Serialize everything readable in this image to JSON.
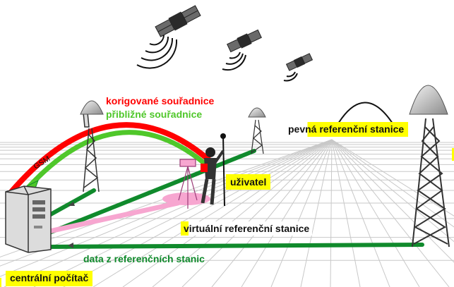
{
  "labels": {
    "corrected": "korigované souřadnice",
    "approximate": "přibližné souřadnice",
    "gsm": "GSM",
    "reference_station": "pevná referenční stanice",
    "user": "uživatel",
    "virtual_station": "virtuální referenční stanice",
    "data_from_stations": "data z referenčních stanic",
    "central_computer": "centrální počítač"
  },
  "colors": {
    "corrected": "#ff0000",
    "approximate": "#4fc72a",
    "data_link": "#108a2c",
    "virtual_link": "#f7a6d0",
    "highlight": "#ffff00",
    "grid": "#c8c8c8"
  }
}
